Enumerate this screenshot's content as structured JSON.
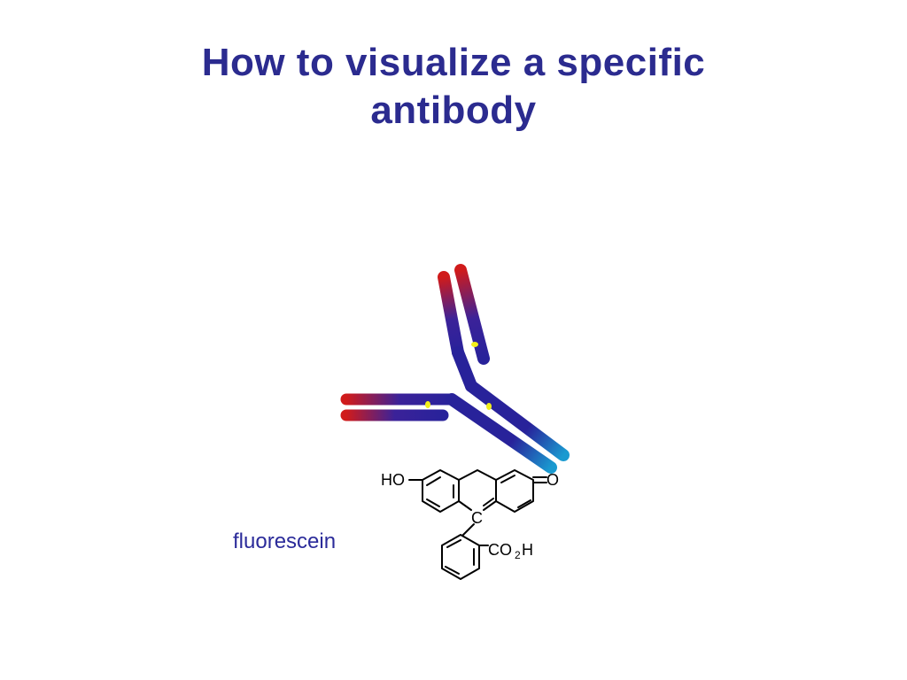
{
  "slide": {
    "title_line1": "How to visualize a specific",
    "title_line2": "antibody",
    "label": "fluorescein"
  },
  "molecule": {
    "atom_ho": "HO",
    "atom_o": "O",
    "atom_c": "C",
    "atom_co": "CO",
    "atom_sub2": "2",
    "atom_h": "H"
  },
  "colors": {
    "title": "#2b2b8f",
    "label": "#2b2b9a",
    "heavy_chain": "#28229a",
    "chain_tip": "#d01b1b",
    "fc_tip": "#1a9ad0",
    "disulfide": "#f2ee1a",
    "bonds": "#000000"
  }
}
